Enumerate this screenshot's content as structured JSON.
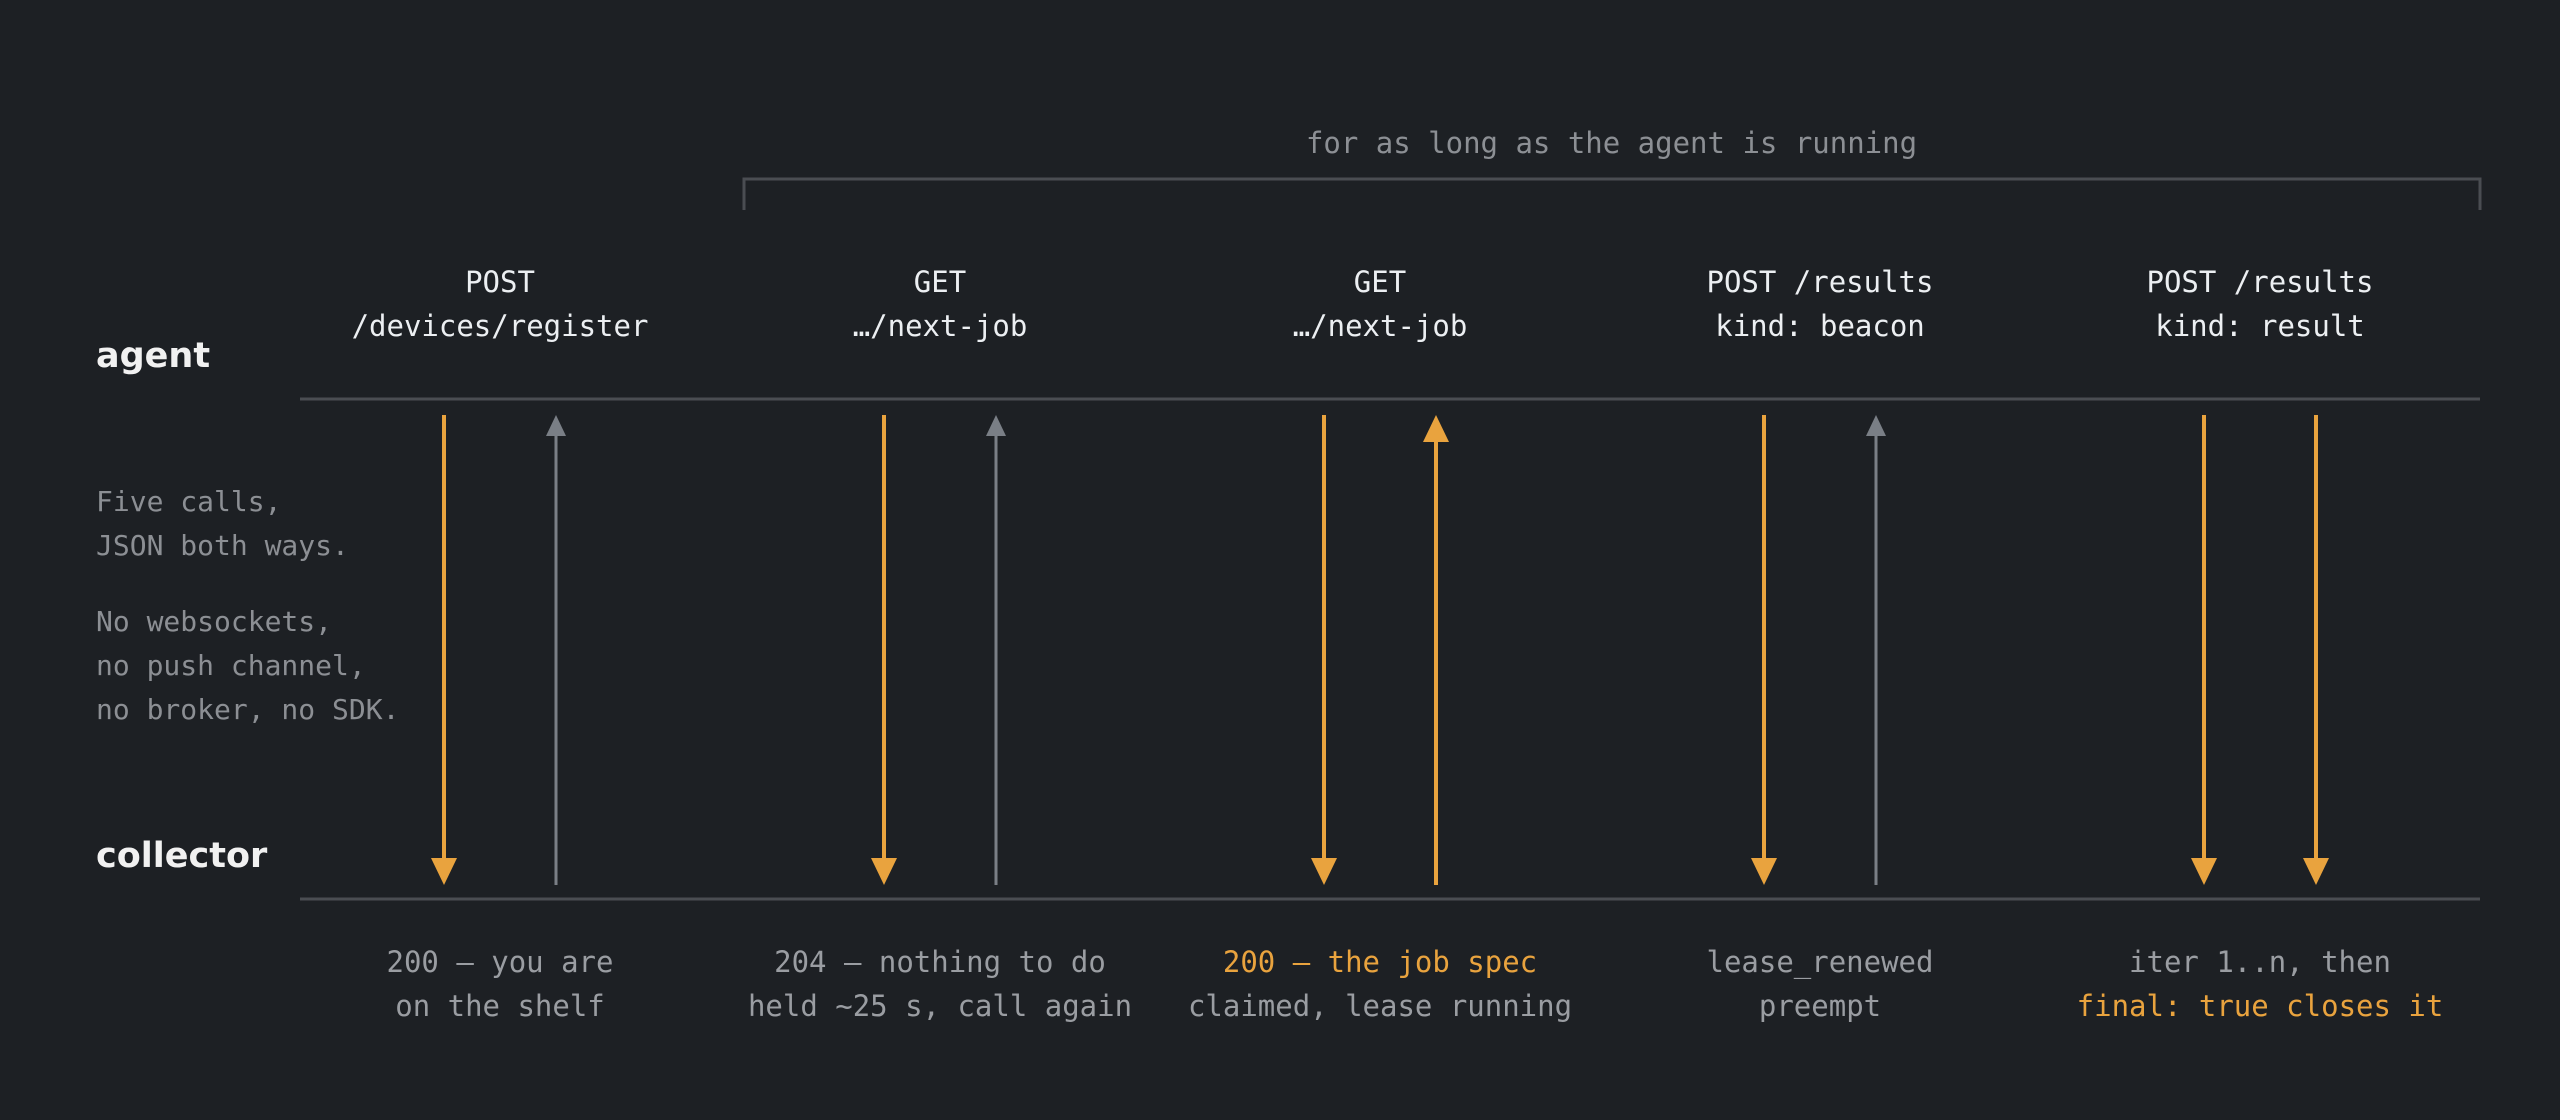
{
  "colors": {
    "background": "#1d2024",
    "accent": "#e9a33e",
    "muted_arrow": "#7a7f86",
    "rule": "#4a4d52",
    "text": "#eceff2",
    "muted_text": "#9a9da2"
  },
  "lanes": {
    "top": "agent",
    "bottom": "collector"
  },
  "bracket": {
    "label": "for as long as the agent is running"
  },
  "note": {
    "paragraph_1": [
      "Five calls,",
      "JSON both ways."
    ],
    "paragraph_2": [
      "No websockets,",
      "no push channel,",
      "no broker, no SDK."
    ]
  },
  "calls": [
    {
      "request": [
        "POST",
        "/devices/register"
      ],
      "response": [
        "200 — you are",
        "on the shelf"
      ],
      "response_highlight": [
        false,
        false
      ],
      "arrows": [
        {
          "direction": "down",
          "style": "accent"
        },
        {
          "direction": "up",
          "style": "muted"
        }
      ]
    },
    {
      "request": [
        "GET",
        "…/next-job"
      ],
      "response": [
        "204 — nothing to do",
        "held ~25 s, call again"
      ],
      "response_highlight": [
        false,
        false
      ],
      "arrows": [
        {
          "direction": "down",
          "style": "accent"
        },
        {
          "direction": "up",
          "style": "muted"
        }
      ]
    },
    {
      "request": [
        "GET",
        "…/next-job"
      ],
      "response": [
        "200 — the job spec",
        "claimed, lease running"
      ],
      "response_highlight": [
        true,
        false
      ],
      "arrows": [
        {
          "direction": "down",
          "style": "accent"
        },
        {
          "direction": "up",
          "style": "accent"
        }
      ]
    },
    {
      "request": [
        "POST /results",
        "kind: beacon"
      ],
      "response": [
        "lease_renewed",
        "preempt"
      ],
      "response_highlight": [
        false,
        false
      ],
      "arrows": [
        {
          "direction": "down",
          "style": "accent"
        },
        {
          "direction": "up",
          "style": "muted"
        }
      ]
    },
    {
      "request": [
        "POST /results",
        "kind: result"
      ],
      "response": [
        "iter 1..n, then",
        "final: true closes it"
      ],
      "response_highlight": [
        false,
        true
      ],
      "arrows": [
        {
          "direction": "down",
          "style": "accent"
        },
        {
          "direction": "down",
          "style": "accent"
        }
      ]
    }
  ]
}
